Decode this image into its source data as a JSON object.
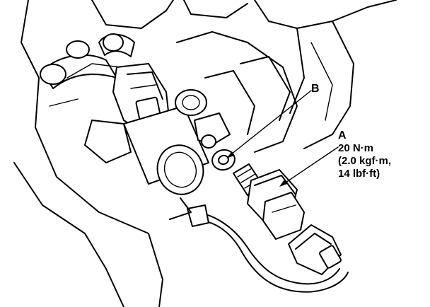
{
  "callouts": {
    "b": {
      "letter": "B"
    },
    "a": {
      "letter": "A",
      "torque_line1": "20 N·m",
      "torque_line2": "(2.0 kgf·m,",
      "torque_line3": "14 lbf·ft)"
    }
  }
}
